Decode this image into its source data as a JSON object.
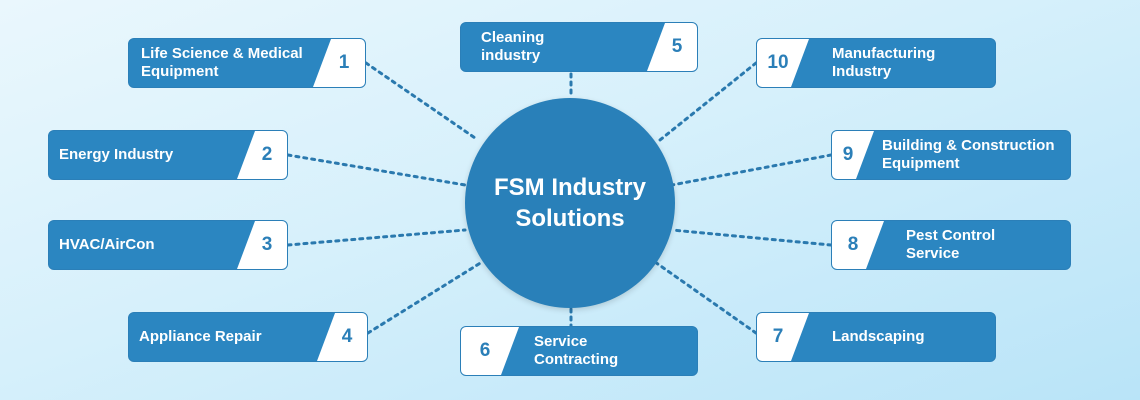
{
  "center": {
    "title": "FSM Industry Solutions"
  },
  "items": [
    {
      "number": "1",
      "label": "Life Science & Medical Equipment"
    },
    {
      "number": "2",
      "label": "Energy Industry"
    },
    {
      "number": "3",
      "label": "HVAC/AirCon"
    },
    {
      "number": "4",
      "label": "Appliance Repair"
    },
    {
      "number": "5",
      "label": "Cleaning industry"
    },
    {
      "number": "6",
      "label": "Service Contracting"
    },
    {
      "number": "7",
      "label": "Landscaping"
    },
    {
      "number": "8",
      "label": "Pest Control Service"
    },
    {
      "number": "9",
      "label": "Building & Construction Equipment"
    },
    {
      "number": "10",
      "label": "Manufacturing Industry"
    }
  ],
  "colors": {
    "primary": "#2b86c1",
    "hub": "#2980b9",
    "badge_text": "#2b7fb8",
    "connector": "#2a79ae"
  }
}
